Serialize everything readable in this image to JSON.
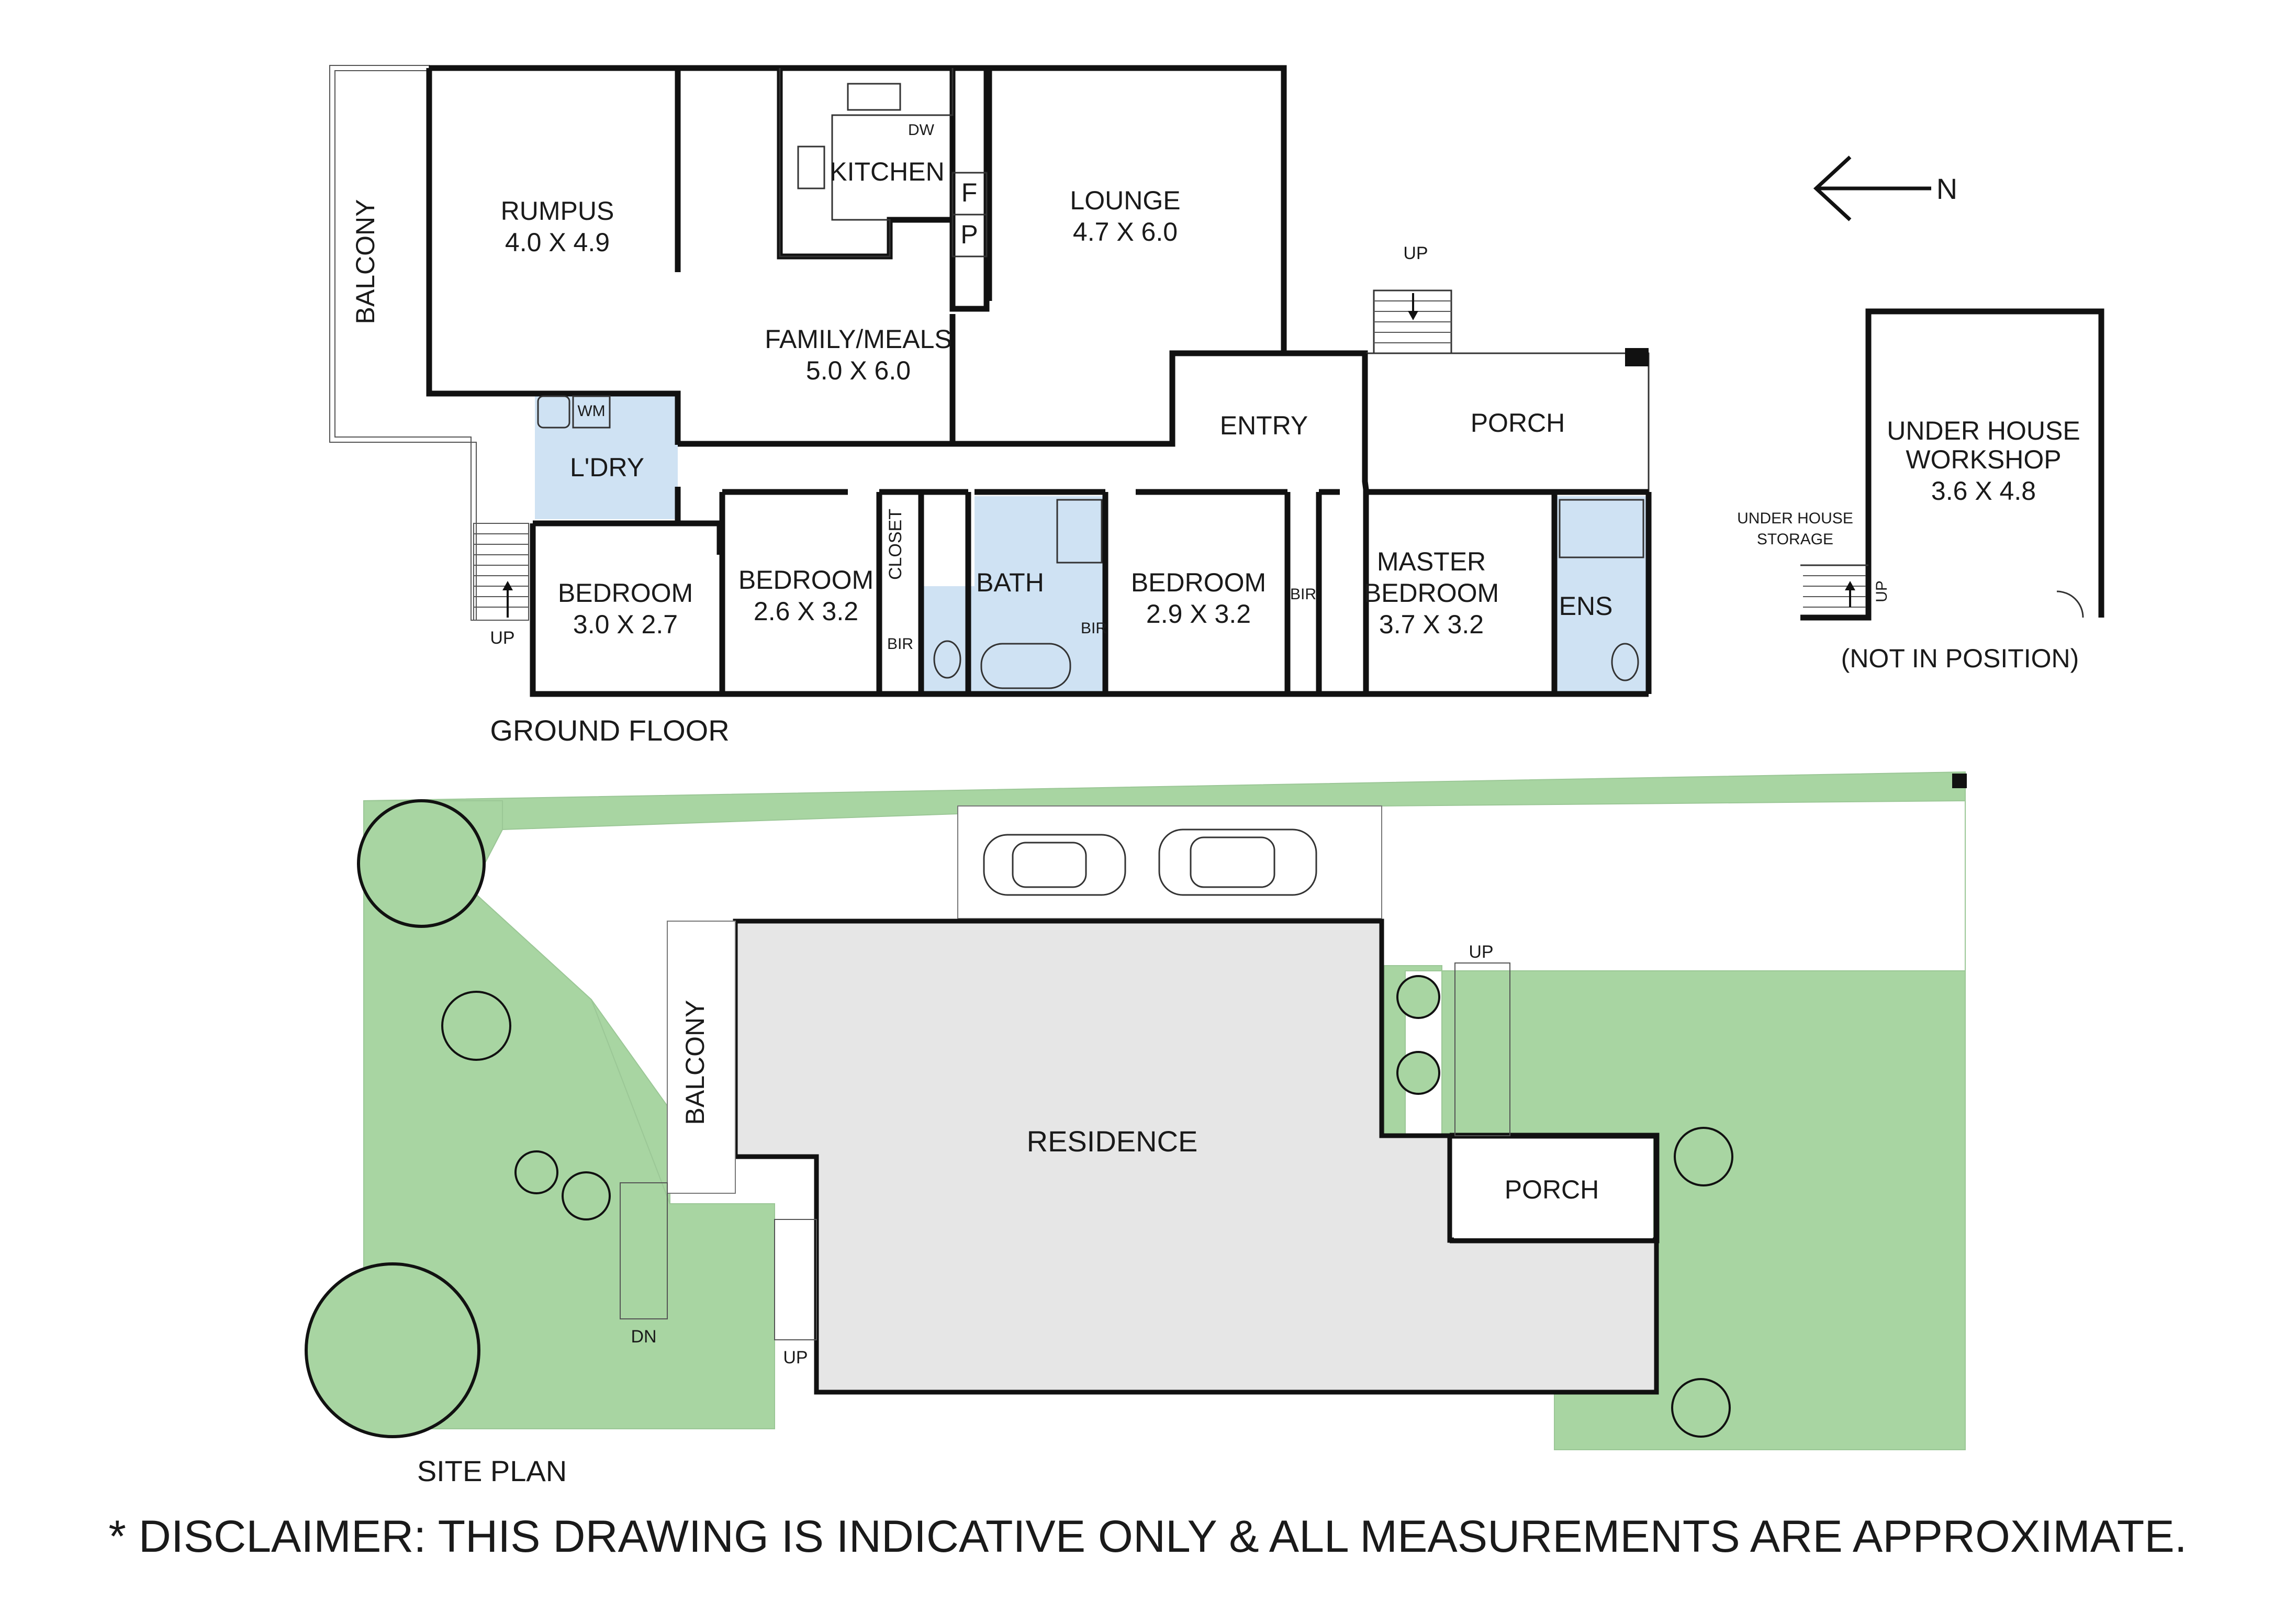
{
  "compass": {
    "label": "N"
  },
  "ground_floor": {
    "title": "GROUND FLOOR",
    "rooms": {
      "rumpus": {
        "name": "RUMPUS",
        "dims": "4.0 X 4.9"
      },
      "kitchen": {
        "name": "KITCHEN"
      },
      "family": {
        "name": "FAMILY/MEALS",
        "dims": "5.0 X 6.0"
      },
      "lounge": {
        "name": "LOUNGE",
        "dims": "4.7 X 6.0"
      },
      "entry": {
        "name": "ENTRY"
      },
      "porch": {
        "name": "PORCH"
      },
      "balcony": {
        "name": "BALCONY"
      },
      "laundry": {
        "name": "L'DRY"
      },
      "bedroom1": {
        "name": "BEDROOM",
        "dims": "3.0 X 2.7"
      },
      "bedroom2": {
        "name": "BEDROOM",
        "dims": "2.6 X 3.2"
      },
      "bedroom3": {
        "name": "BEDROOM",
        "dims": "2.9 X 3.2"
      },
      "master": {
        "name": "MASTER",
        "name2": "BEDROOM",
        "dims": "3.7 X 3.2"
      },
      "bath": {
        "name": "BATH"
      },
      "ens": {
        "name": "ENS"
      },
      "closet": {
        "name": "CLOSET"
      }
    },
    "fixtures": {
      "dw": "DW",
      "fridge": "F",
      "pantry": "P",
      "wm": "WM",
      "bir": "BIR"
    },
    "stairs": {
      "up": "UP"
    }
  },
  "workshop": {
    "name": "UNDER HOUSE",
    "name2": "WORKSHOP",
    "dims": "3.6 X 4.8",
    "storage": "UNDER HOUSE",
    "storage2": "STORAGE",
    "up": "UP",
    "note": "(NOT IN POSITION)"
  },
  "site_plan": {
    "title": "SITE PLAN",
    "residence": "RESIDENCE",
    "porch": "PORCH",
    "balcony": "BALCONY",
    "up": "UP",
    "dn": "DN"
  },
  "disclaimer": "* DISCLAIMER: THIS DRAWING IS INDICATIVE ONLY & ALL MEASUREMENTS ARE APPROXIMATE.",
  "colors": {
    "wet_area": "#cfe2f3",
    "garden": "#a8d5a2",
    "residence": "#e6e6e6",
    "walls": "#111111"
  }
}
